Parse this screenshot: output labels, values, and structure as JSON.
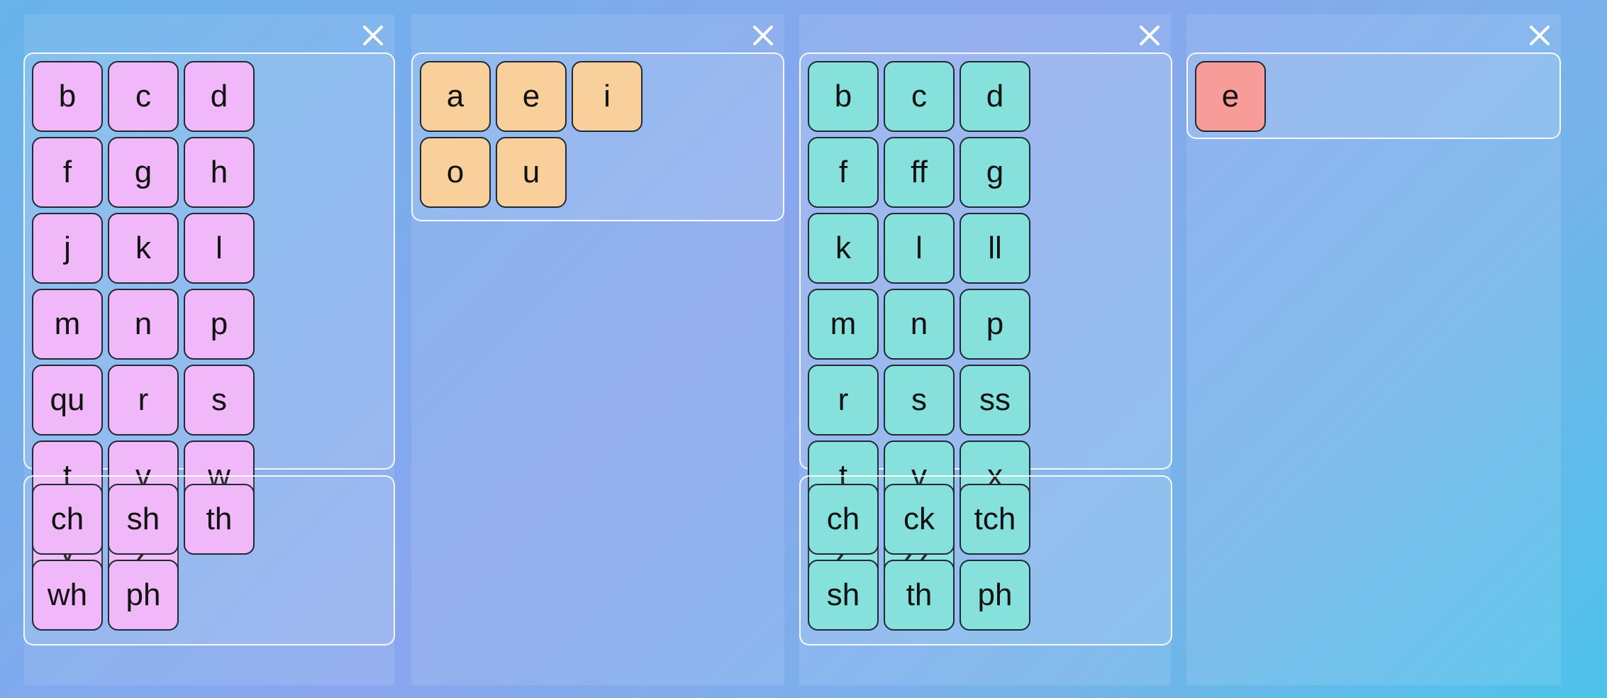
{
  "colors": {
    "consonant": "#f0b8f8",
    "vowel": "#f9d09c",
    "spelling": "#86e1dd",
    "selected": "#f79c98"
  },
  "columns": [
    {
      "close_icon": "close-icon",
      "groups": [
        {
          "tiles": [
            "b",
            "c",
            "d",
            "f",
            "g",
            "h",
            "j",
            "k",
            "l",
            "m",
            "n",
            "p",
            "qu",
            "r",
            "s",
            "t",
            "v",
            "w",
            "y",
            "z"
          ]
        },
        {
          "tiles": [
            "ch",
            "sh",
            "th",
            "wh",
            "ph"
          ]
        }
      ]
    },
    {
      "close_icon": "close-icon",
      "groups": [
        {
          "tiles": [
            "a",
            "e",
            "i",
            "o",
            "u"
          ]
        }
      ]
    },
    {
      "close_icon": "close-icon",
      "groups": [
        {
          "tiles": [
            "b",
            "c",
            "d",
            "f",
            "ff",
            "g",
            "k",
            "l",
            "ll",
            "m",
            "n",
            "p",
            "r",
            "s",
            "ss",
            "t",
            "v",
            "x",
            "z",
            "zz"
          ]
        },
        {
          "tiles": [
            "ch",
            "ck",
            "tch",
            "sh",
            "th",
            "ph"
          ]
        }
      ]
    },
    {
      "close_icon": "close-icon",
      "groups": [
        {
          "tiles": [
            "e"
          ]
        }
      ]
    }
  ]
}
